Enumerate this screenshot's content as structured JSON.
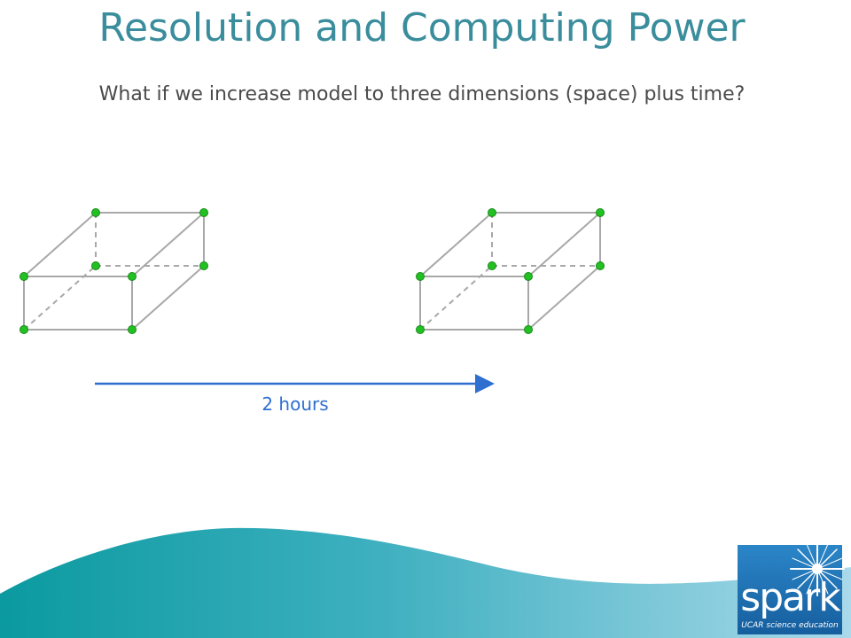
{
  "slide": {
    "title": "Resolution and Computing Power",
    "subtitle": "What if we increase model to three dimensions (space) plus time?"
  },
  "diagram": {
    "time_arrow_label": "2 hours",
    "edge_color": "#a8a8a8",
    "node_color": "#22c022",
    "arrow_color": "#2f6fd0"
  },
  "logo": {
    "word": "spark",
    "tagline": "UCAR science education",
    "background": "#1f73b8"
  },
  "colors": {
    "title": "#3a8d9c",
    "wave_dark": "#0e9aa0",
    "wave_light": "#9fd3e6"
  }
}
